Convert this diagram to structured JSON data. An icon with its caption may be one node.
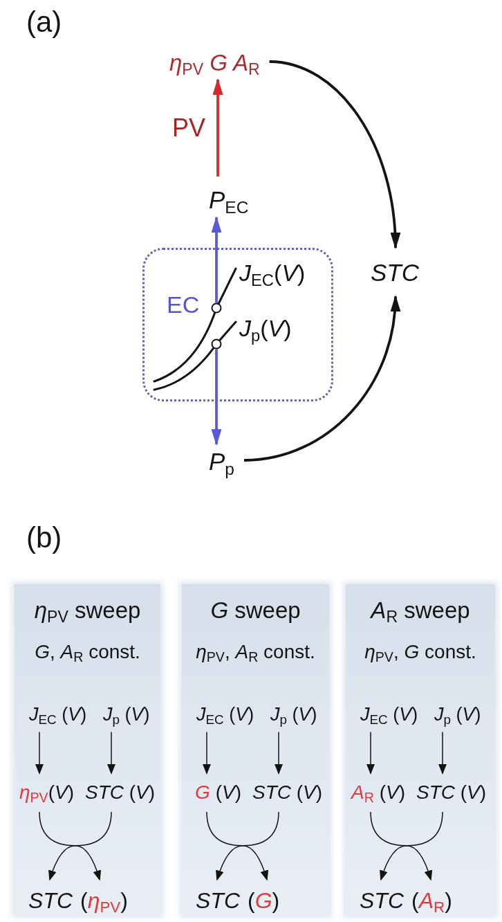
{
  "diagram": {
    "nodes": [
      {
        "text": [
          "*η*$_{PV}$ *G A*$_{R}$"
        ]
      },
      {
        "text": [
          "*P*$_{EC}$"
        ]
      },
      {
        "text": [
          "EC"
        ]
      },
      {
        "text": [],
        "shape": "circle",
        "in": 2
      },
      {
        "text": [],
        "shape": "circle",
        "in": 2
      },
      {
        "text": [
          "*P*$_{p}$"
        ]
      },
      {
        "text": [
          "STC"
        ]
      },
      {
        "text": [
          "*η*$_{PV}$ sweep",
          "*G*, *A*$_{R}$ const."
        ]
      },
      {
        "text": [
          "*J*$_{EC}$ (*V*)"
        ],
        "in": 7
      },
      {
        "text": [
          "*J*$_{p}$ (*V*)"
        ],
        "in": 7
      },
      {
        "text": [
          "*η*$_{PV}$(*V*)"
        ],
        "in": 7
      },
      {
        "text": [
          "*STC* (*V*)"
        ],
        "in": 7
      },
      {
        "text": [
          "STC"
        ],
        "in": 7
      },
      {
        "text": [
          "(*η*$_{PV}$)"
        ],
        "in": 7
      },
      {
        "text": [
          "*G* sweep",
          "*η*$_{PV}$, *A*$_{R}$ const."
        ]
      },
      {
        "text": [
          "*J*$_{EC}$ (*V*)"
        ],
        "in": 14
      },
      {
        "text": [
          "*J*$_{p}$ (*V*)"
        ],
        "in": 14
      },
      {
        "text": [
          "*G* (*V*)"
        ],
        "in": 14
      },
      {
        "text": [
          "*STC* (*V*)"
        ],
        "in": 14
      },
      {
        "text": [
          "STC"
        ],
        "in": 14
      },
      {
        "text": [
          "(*G*)"
        ],
        "in": 14
      },
      {
        "text": [
          "*A*$_{R}$ sweep",
          "*η*$_{PV}$, *G* const."
        ]
      },
      {
        "text": [
          "*J*$_{EC}$ (*V*)"
        ],
        "in": 21
      },
      {
        "text": [
          "*J*$_{p}$ (*V*)"
        ],
        "in": 21
      },
      {
        "text": [
          "*A*$_{R}$ (*V*)"
        ],
        "in": 21
      },
      {
        "text": [
          "*STC* (*V*)"
        ],
        "in": 21
      },
      {
        "text": [
          "STC"
        ],
        "in": 21
      },
      {
        "text": [
          "(*A*$_{R}$)"
        ],
        "in": 21
      }
    ],
    "edges": [
      {
        "from": 1,
        "to": 0,
        "arrow": "to",
        "label": "PV",
        "style": "thick",
        "color": "#d42a2a"
      },
      {
        "from": 3,
        "to": 1,
        "arrow": "to",
        "style": "thick",
        "color": "#5a5ad8"
      },
      {
        "from": 4,
        "to": 5,
        "arrow": "to",
        "style": "thick",
        "color": "#5a5ad8"
      },
      {
        "from": 0,
        "to": 6,
        "arrow": "to",
        "style": "thick"
      },
      {
        "from": 5,
        "to": 6,
        "arrow": "to",
        "style": "thick"
      },
      {
        "from": 8,
        "to": 10,
        "arrow": "to"
      },
      {
        "from": 9,
        "to": 11,
        "arrow": "to"
      },
      {
        "from": 10,
        "to": 13,
        "arrow": "to"
      },
      {
        "from": 11,
        "to": 12,
        "arrow": "to"
      },
      {
        "from": 15,
        "to": 17,
        "arrow": "to"
      },
      {
        "from": 16,
        "to": 18,
        "arrow": "to"
      },
      {
        "from": 17,
        "to": 20,
        "arrow": "to"
      },
      {
        "from": 18,
        "to": 19,
        "arrow": "to"
      },
      {
        "from": 22,
        "to": 24,
        "arrow": "to"
      },
      {
        "from": 23,
        "to": 25,
        "arrow": "to"
      },
      {
        "from": 24,
        "to": 27,
        "arrow": "to"
      },
      {
        "from": 25,
        "to": 26,
        "arrow": "to"
      }
    ],
    "labels": [
      "(a)",
      "*J*$_{EC}$(*V*)",
      "*J*$_{p}$(*V*)",
      "(b)"
    ]
  }
}
